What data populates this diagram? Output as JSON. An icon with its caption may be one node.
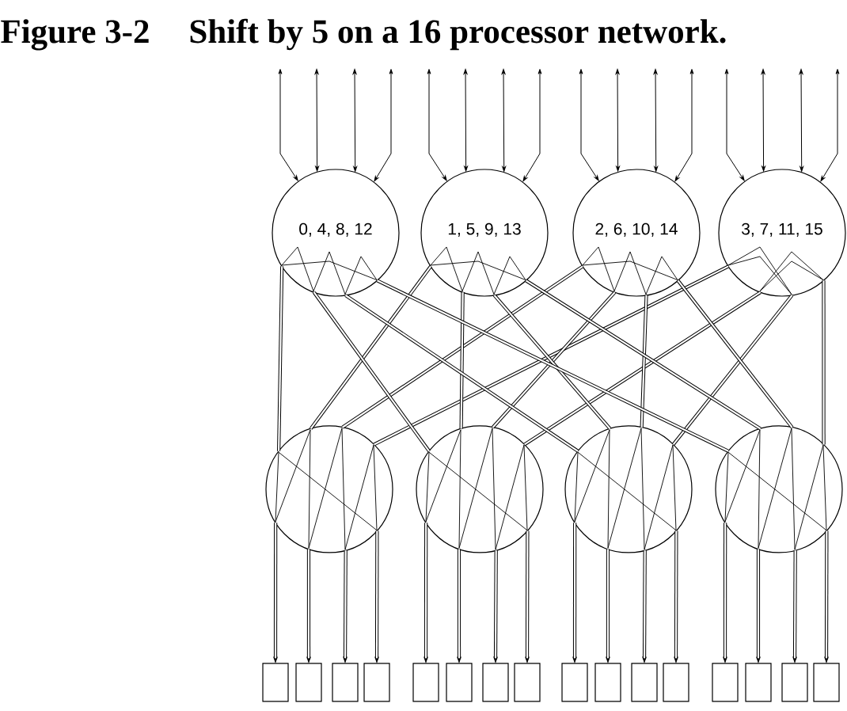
{
  "diagram": {
    "title": "Shift by 5 on a 16 processor network.",
    "nodes": [
      {
        "text": [
          "0, 4, 8, 12"
        ]
      },
      {
        "text": [
          "1, 5, 9, 13"
        ]
      },
      {
        "text": [
          "2, 6, 10, 14"
        ]
      },
      {
        "text": [
          "3, 7, 11, 15"
        ]
      },
      {
        "text": [],
        "shape": "circle"
      },
      {
        "text": [],
        "shape": "circle"
      },
      {
        "text": [],
        "shape": "circle"
      },
      {
        "text": [],
        "shape": "circle"
      },
      {
        "text": [],
        "shape": "box"
      },
      {
        "text": [],
        "shape": "box"
      },
      {
        "text": [],
        "shape": "box"
      },
      {
        "text": [],
        "shape": "box"
      },
      {
        "text": [],
        "shape": "box"
      },
      {
        "text": [],
        "shape": "box"
      },
      {
        "text": [],
        "shape": "box"
      },
      {
        "text": [],
        "shape": "box"
      },
      {
        "text": [],
        "shape": "box"
      },
      {
        "text": [],
        "shape": "box"
      },
      {
        "text": [],
        "shape": "box"
      },
      {
        "text": [],
        "shape": "box"
      },
      {
        "text": [],
        "shape": "box"
      },
      {
        "text": [],
        "shape": "box"
      },
      {
        "text": [],
        "shape": "box"
      },
      {
        "text": [],
        "shape": "box"
      }
    ],
    "edges": [
      {
        "from": null,
        "to": 0,
        "arrow": "both"
      },
      {
        "from": null,
        "to": 0,
        "arrow": "both"
      },
      {
        "from": null,
        "to": 0,
        "arrow": "both"
      },
      {
        "from": null,
        "to": 0,
        "arrow": "both"
      },
      {
        "from": null,
        "to": 1,
        "arrow": "both"
      },
      {
        "from": null,
        "to": 1,
        "arrow": "both"
      },
      {
        "from": null,
        "to": 1,
        "arrow": "both"
      },
      {
        "from": null,
        "to": 1,
        "arrow": "both"
      },
      {
        "from": null,
        "to": 2,
        "arrow": "both"
      },
      {
        "from": null,
        "to": 2,
        "arrow": "both"
      },
      {
        "from": null,
        "to": 2,
        "arrow": "both"
      },
      {
        "from": null,
        "to": 2,
        "arrow": "both"
      },
      {
        "from": null,
        "to": 3,
        "arrow": "both"
      },
      {
        "from": null,
        "to": 3,
        "arrow": "both"
      },
      {
        "from": null,
        "to": 3,
        "arrow": "both"
      },
      {
        "from": null,
        "to": 3,
        "arrow": "both"
      },
      {
        "from": 4,
        "to": 0,
        "arrow": "none"
      },
      {
        "from": 4,
        "to": 1,
        "arrow": "none"
      },
      {
        "from": 4,
        "to": 2,
        "arrow": "none"
      },
      {
        "from": 4,
        "to": 3,
        "arrow": "none"
      },
      {
        "from": 5,
        "to": 0,
        "arrow": "none"
      },
      {
        "from": 5,
        "to": 1,
        "arrow": "none"
      },
      {
        "from": 5,
        "to": 2,
        "arrow": "none"
      },
      {
        "from": 5,
        "to": 3,
        "arrow": "none"
      },
      {
        "from": 6,
        "to": 0,
        "arrow": "none"
      },
      {
        "from": 6,
        "to": 1,
        "arrow": "none"
      },
      {
        "from": 6,
        "to": 2,
        "arrow": "none"
      },
      {
        "from": 6,
        "to": 3,
        "arrow": "none"
      },
      {
        "from": 7,
        "to": 0,
        "arrow": "none"
      },
      {
        "from": 7,
        "to": 1,
        "arrow": "none"
      },
      {
        "from": 7,
        "to": 2,
        "arrow": "none"
      },
      {
        "from": 7,
        "to": 3,
        "arrow": "none"
      },
      {
        "from": 4,
        "to": 8,
        "arrow": "to"
      },
      {
        "from": 4,
        "to": 9,
        "arrow": "to"
      },
      {
        "from": 4,
        "to": 10,
        "arrow": "to"
      },
      {
        "from": 4,
        "to": 11,
        "arrow": "to"
      },
      {
        "from": 5,
        "to": 12,
        "arrow": "to"
      },
      {
        "from": 5,
        "to": 13,
        "arrow": "to"
      },
      {
        "from": 5,
        "to": 14,
        "arrow": "to"
      },
      {
        "from": 5,
        "to": 15,
        "arrow": "to"
      },
      {
        "from": 6,
        "to": 16,
        "arrow": "to"
      },
      {
        "from": 6,
        "to": 17,
        "arrow": "to"
      },
      {
        "from": 6,
        "to": 18,
        "arrow": "to"
      },
      {
        "from": 6,
        "to": 19,
        "arrow": "to"
      },
      {
        "from": 7,
        "to": 20,
        "arrow": "to"
      },
      {
        "from": 7,
        "to": 21,
        "arrow": "to"
      },
      {
        "from": 7,
        "to": 22,
        "arrow": "to"
      },
      {
        "from": 7,
        "to": 23,
        "arrow": "to"
      }
    ],
    "labels": [
      "Figure 3-2"
    ]
  }
}
